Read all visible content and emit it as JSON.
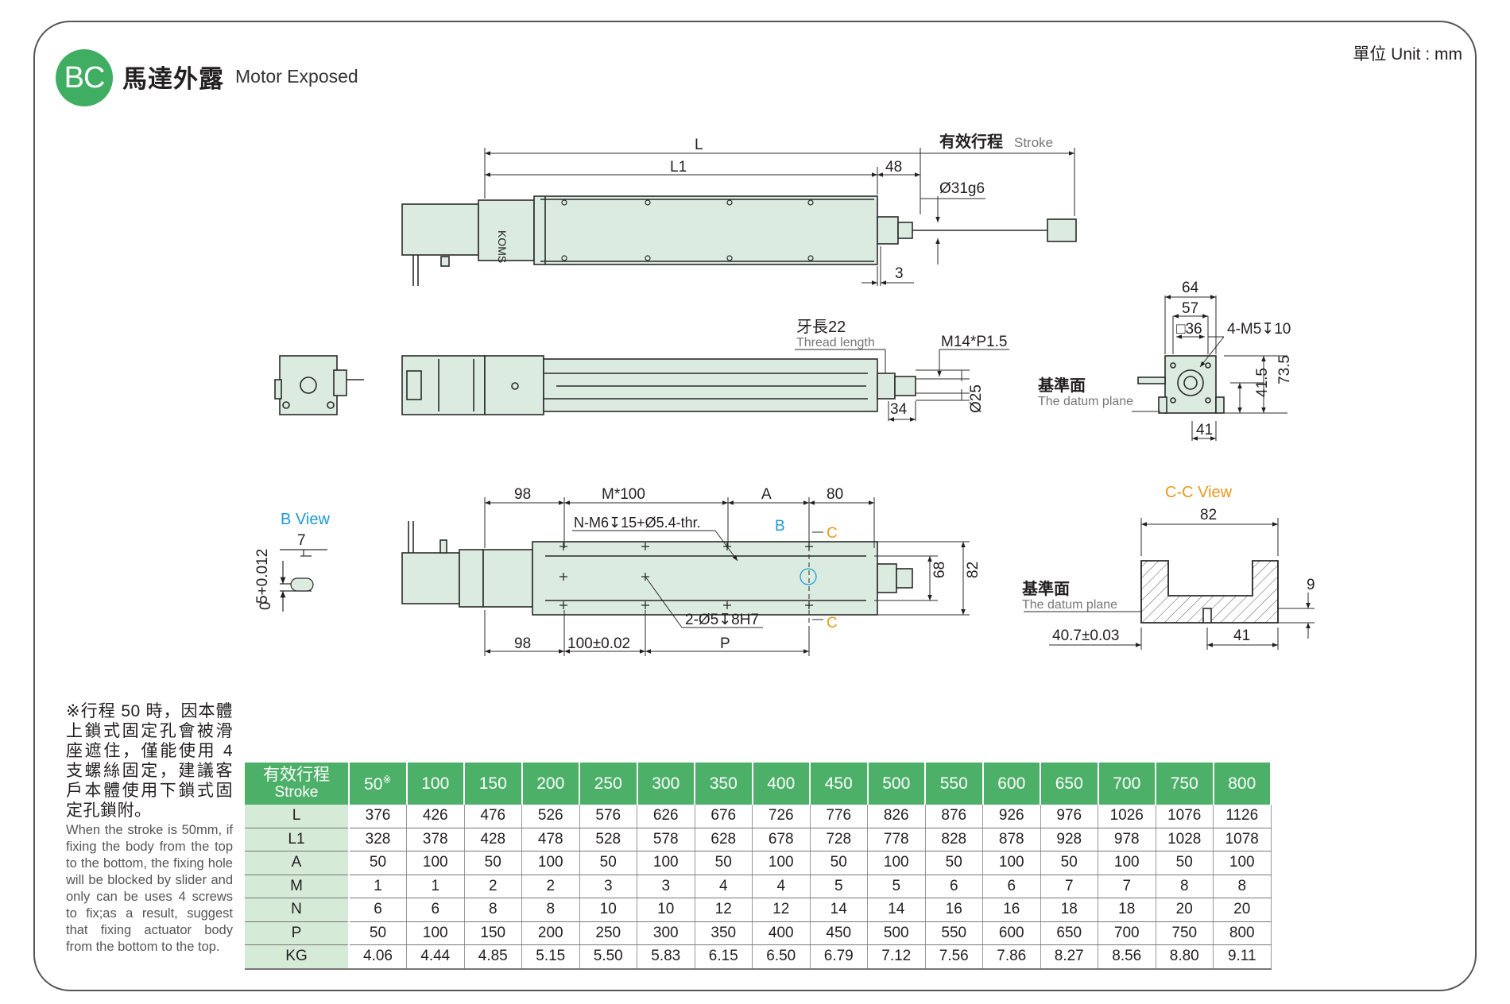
{
  "header": {
    "badge": "BC",
    "title_zh": "馬達外露",
    "title_en": "Motor Exposed",
    "unit": "單位 Unit : mm"
  },
  "drawing": {
    "L": "L",
    "L1": "L1",
    "d48": "48",
    "stroke_zh": "有效行程",
    "stroke_en": "Stroke",
    "d31g6": "Ø31g6",
    "d3": "3",
    "thread_zh": "牙長22",
    "thread_en": "Thread length",
    "m14": "M14*P1.5",
    "d34": "34",
    "d25": "Ø25",
    "d64": "64",
    "d57": "57",
    "sq36": "□36",
    "m5": "4-M5↧10",
    "datum_zh": "基準面",
    "datum_en": "The datum plane",
    "d41_5": "41.5",
    "d73_5": "73.5",
    "d41": "41",
    "bview": "B View",
    "d7": "7",
    "tol_hi": "5+0.012",
    "tol_lo": "0",
    "d98": "98",
    "m100": "M*100",
    "dA": "A",
    "d80": "80",
    "nm6": "N-M6↧15+Ø5.4-thr.",
    "B": "B",
    "C": "C",
    "d68": "68",
    "d82": "82",
    "hole": "2-Ø5↧8H7",
    "d100": "100±0.02",
    "P": "P",
    "ccview": "C-C View",
    "cc82": "82",
    "d9": "9",
    "d40_7": "40.7±0.03",
    "cc41": "41"
  },
  "note": {
    "zh": "※行程 50 時，因本體上鎖式固定孔會被滑座遮住，僅能使用 4 支螺絲固定，建議客戶本體使用下鎖式固定孔鎖附。",
    "en": "When the stroke is 50mm, if fixing the body from the top to the bottom, the fixing hole will be blocked by slider and only can be uses 4 screws to fix;as a result, suggest that fixing actuator body from the bottom to the top."
  },
  "table": {
    "head_zh": "有效行程",
    "head_en": "Stroke",
    "mark": "※",
    "strokes": [
      "50",
      "100",
      "150",
      "200",
      "250",
      "300",
      "350",
      "400",
      "450",
      "500",
      "550",
      "600",
      "650",
      "700",
      "750",
      "800"
    ],
    "rows": [
      {
        "label": "L",
        "values": [
          "376",
          "426",
          "476",
          "526",
          "576",
          "626",
          "676",
          "726",
          "776",
          "826",
          "876",
          "926",
          "976",
          "1026",
          "1076",
          "1126"
        ]
      },
      {
        "label": "L1",
        "values": [
          "328",
          "378",
          "428",
          "478",
          "528",
          "578",
          "628",
          "678",
          "728",
          "778",
          "828",
          "878",
          "928",
          "978",
          "1028",
          "1078"
        ]
      },
      {
        "label": "A",
        "values": [
          "50",
          "100",
          "50",
          "100",
          "50",
          "100",
          "50",
          "100",
          "50",
          "100",
          "50",
          "100",
          "50",
          "100",
          "50",
          "100"
        ]
      },
      {
        "label": "M",
        "values": [
          "1",
          "1",
          "2",
          "2",
          "3",
          "3",
          "4",
          "4",
          "5",
          "5",
          "6",
          "6",
          "7",
          "7",
          "8",
          "8"
        ]
      },
      {
        "label": "N",
        "values": [
          "6",
          "6",
          "8",
          "8",
          "10",
          "10",
          "12",
          "12",
          "14",
          "14",
          "16",
          "16",
          "18",
          "18",
          "20",
          "20"
        ]
      },
      {
        "label": "P",
        "values": [
          "50",
          "100",
          "150",
          "200",
          "250",
          "300",
          "350",
          "400",
          "450",
          "500",
          "550",
          "600",
          "650",
          "700",
          "750",
          "800"
        ]
      },
      {
        "label": "KG",
        "values": [
          "4.06",
          "4.44",
          "4.85",
          "5.15",
          "5.50",
          "5.83",
          "6.15",
          "6.50",
          "6.79",
          "7.12",
          "7.56",
          "7.86",
          "8.27",
          "8.56",
          "8.80",
          "9.11"
        ]
      }
    ]
  },
  "colors": {
    "accent": "#3fae62",
    "body": "#dcebdf",
    "line": "#2a2a2a",
    "blue": "#1e9ad6",
    "orange": "#e79a1c"
  }
}
